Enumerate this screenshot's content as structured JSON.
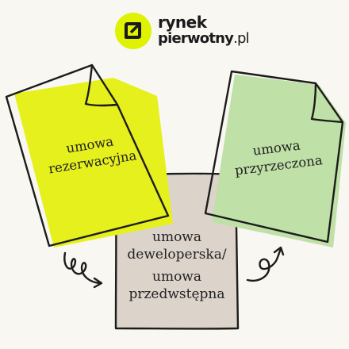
{
  "brand": {
    "name_line1": "rynek",
    "name_line2": "pierwotny",
    "domain": ".pl",
    "accent": "#dff200"
  },
  "diagram": {
    "documents": [
      {
        "id": "left",
        "line1": "umowa",
        "line2": "rezerwacyjna",
        "fill": "#e6f01c"
      },
      {
        "id": "right",
        "line1": "umowa",
        "line2": "przyrzeczona",
        "fill": "#bfe0a6"
      },
      {
        "id": "center",
        "line1": "umowa",
        "line2": "deweloperska/",
        "line3": "umowa",
        "line4": "przedwstępna",
        "fill": "#dcd3cb"
      }
    ],
    "arrows": [
      {
        "id": "left-loop-arrow",
        "direction": "right"
      },
      {
        "id": "right-loop-arrow",
        "direction": "up-right"
      }
    ],
    "outline": "#1c1c1c",
    "background": "#f8f7f2"
  }
}
